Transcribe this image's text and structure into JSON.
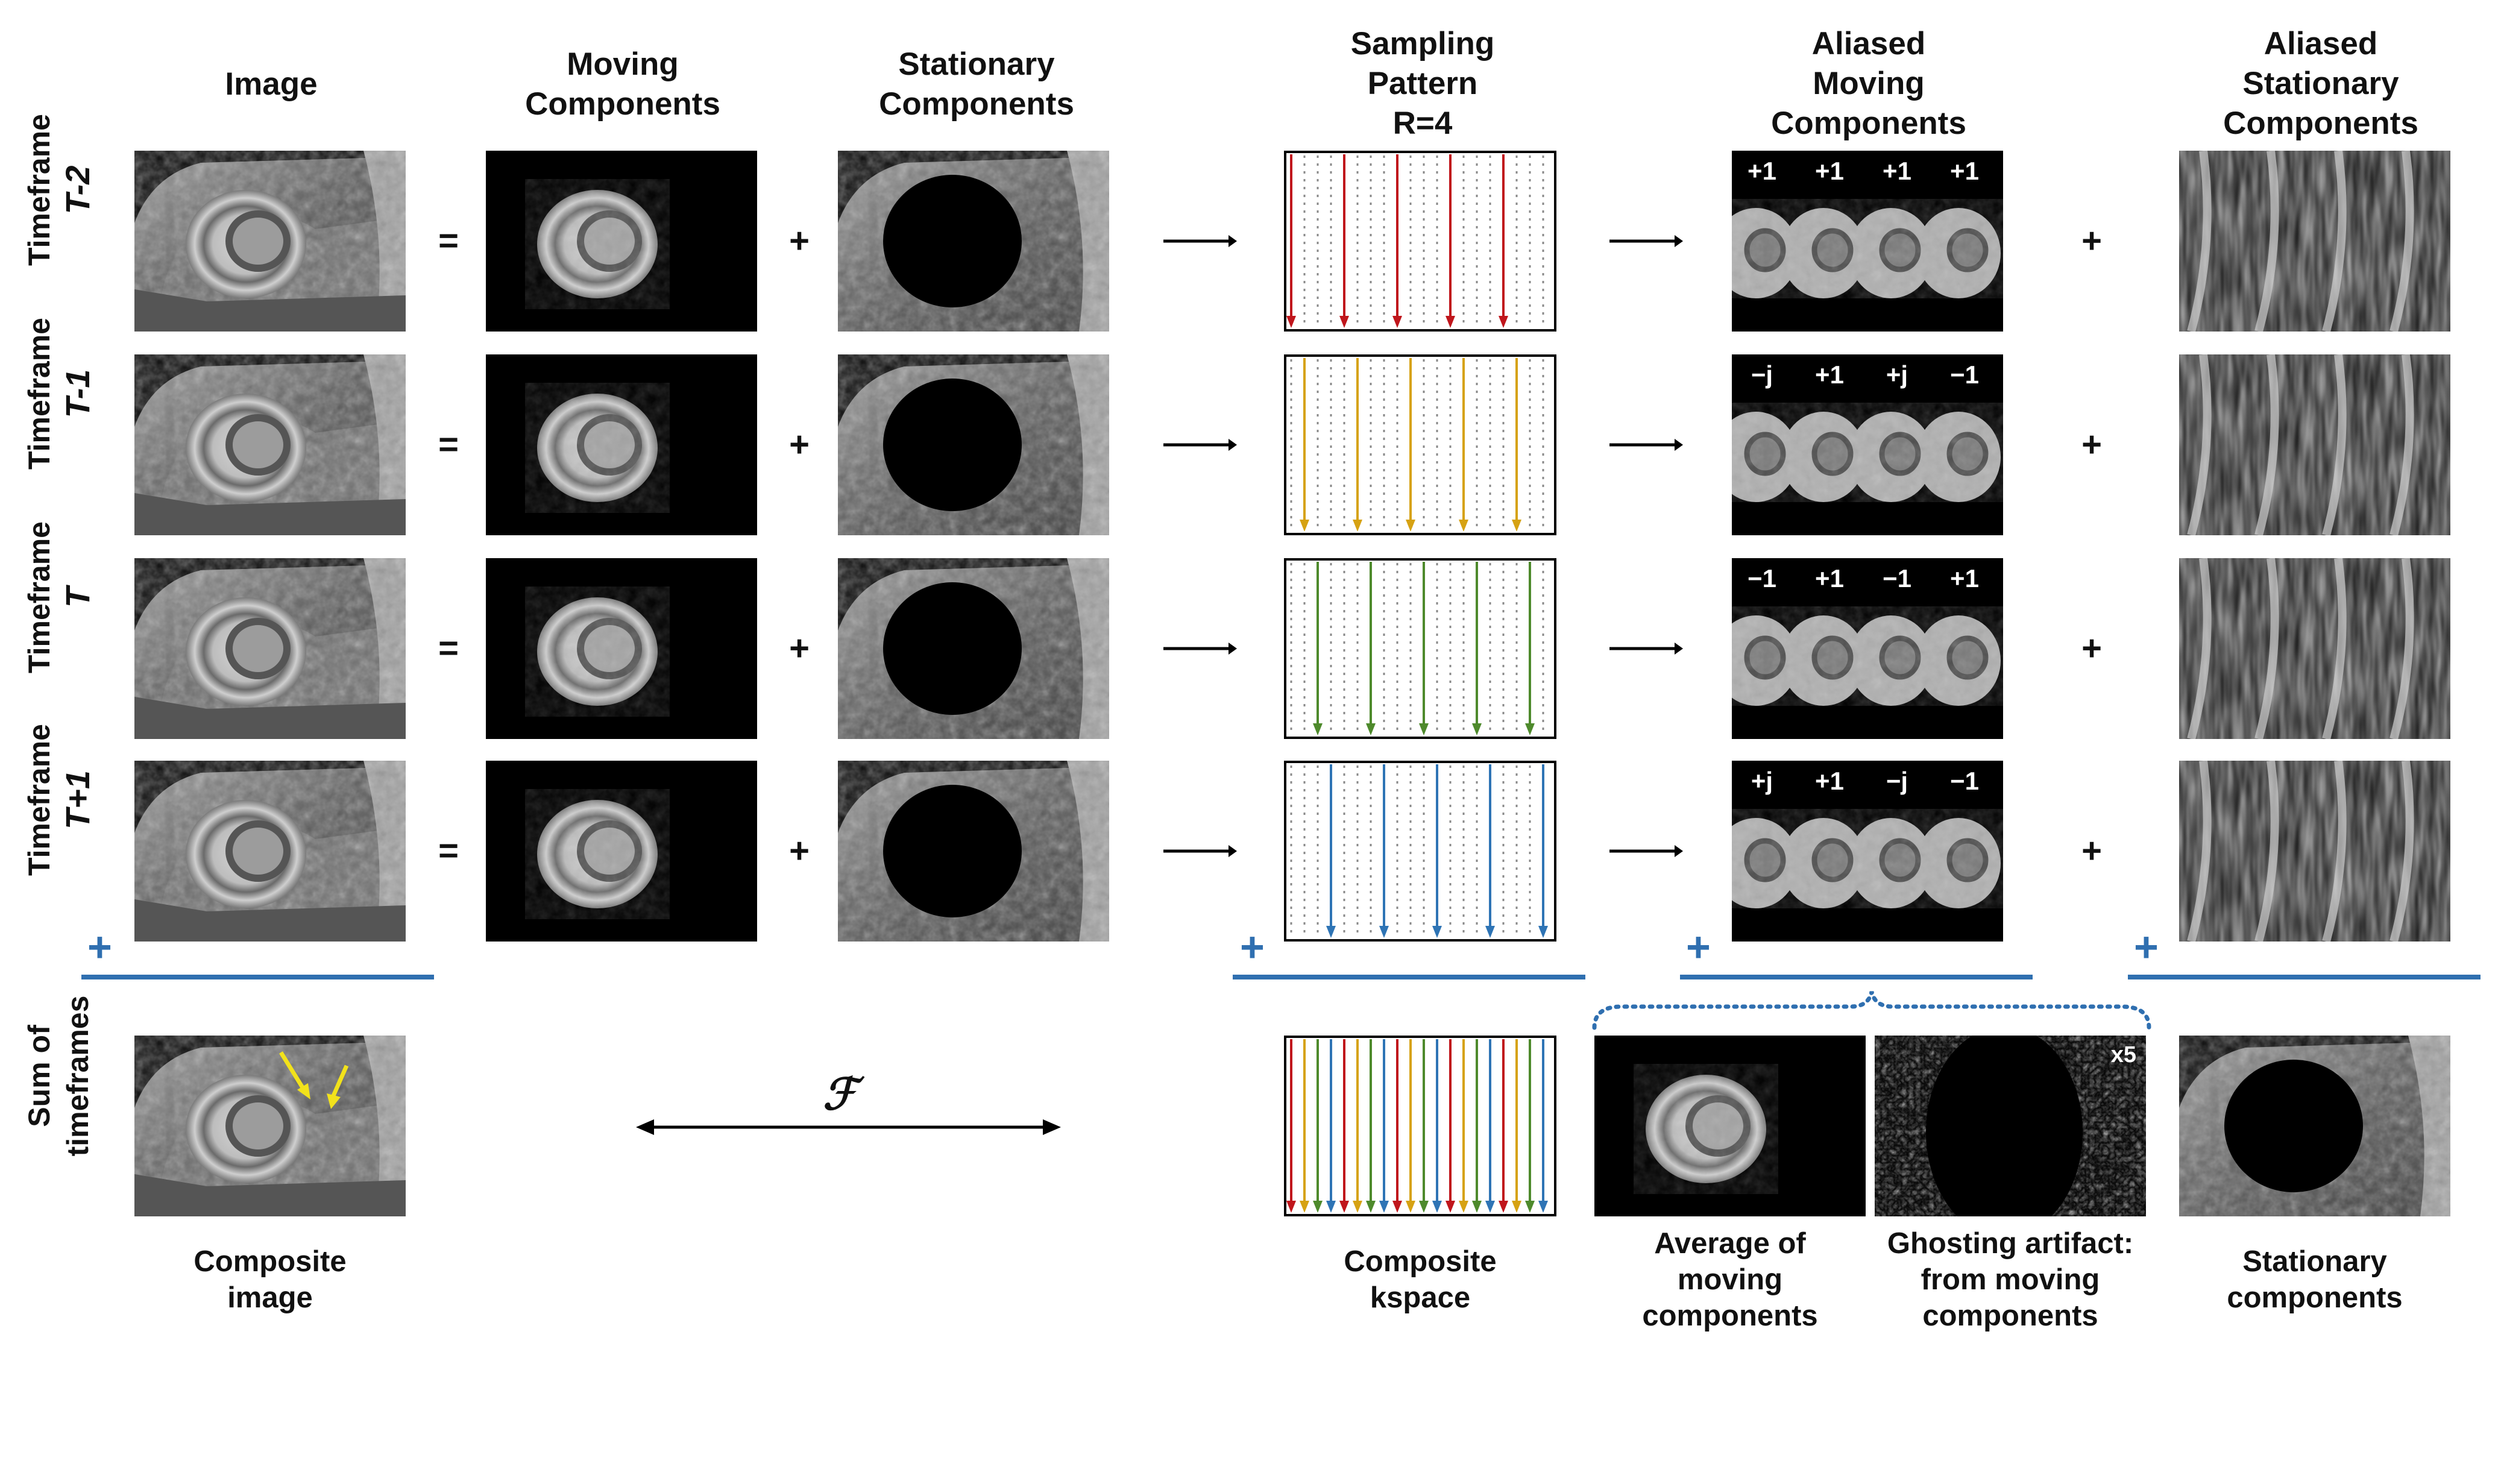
{
  "headers": {
    "image": "Image",
    "moving": "Moving\nComponents",
    "stationary": "Stationary\nComponents",
    "sampling": "Sampling\nPattern\nR=4",
    "aliased_moving": "Aliased\nMoving\nComponents",
    "aliased_stationary": "Aliased\nStationary\nComponents"
  },
  "rows": [
    {
      "word": "Timeframe",
      "var": "T-2",
      "coefs": [
        "+1",
        "+1",
        "+1",
        "+1"
      ],
      "line_color": "#c0161c"
    },
    {
      "word": "Timeframe",
      "var": "T-1",
      "coefs": [
        "−j",
        "+1",
        "+j",
        "−1"
      ],
      "line_color": "#d6a213"
    },
    {
      "word": "Timeframe",
      "var": "T",
      "coefs": [
        "−1",
        "+1",
        "−1",
        "+1"
      ],
      "line_color": "#4e8a2c"
    },
    {
      "word": "Timeframe",
      "var": "T+1",
      "coefs": [
        "+j",
        "+1",
        "−j",
        "−1"
      ],
      "line_color": "#2e74b5"
    }
  ],
  "operators": {
    "equals": "=",
    "plus": "+",
    "sum": "+"
  },
  "sum_label": "Sum of\ntimeframes",
  "fourier_symbol": "ℱ",
  "ghost_scale": "x5",
  "captions": {
    "composite_image": "Composite\nimage",
    "composite_kspace": "Composite\nkspace",
    "average_moving": "Average of\nmoving\ncomponents",
    "ghosting": "Ghosting artifact:\nfrom moving\ncomponents",
    "stationary": "Stationary\ncomponents"
  },
  "colors": {
    "accent_blue": "#2f6fb0",
    "arrow_yellow": "#f2e21b"
  }
}
